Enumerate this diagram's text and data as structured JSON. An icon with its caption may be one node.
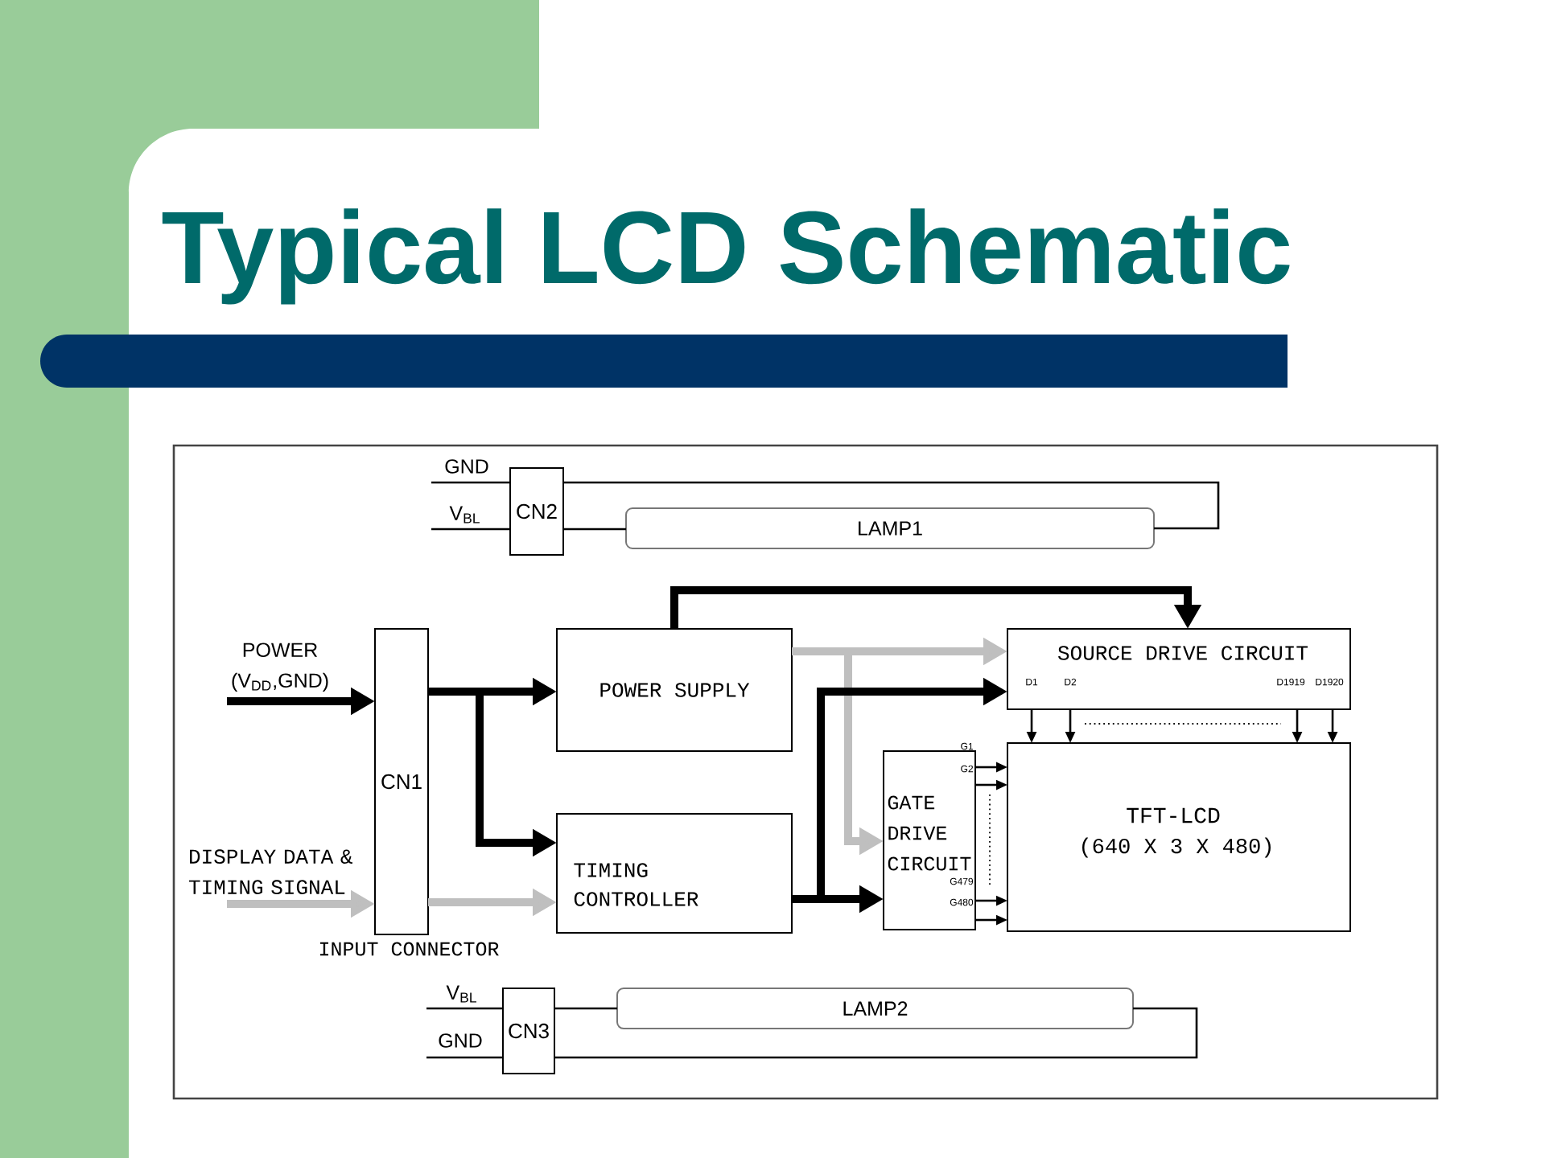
{
  "diagram": {
    "title": "Typical LCD Schematic",
    "nodes": [
      {
        "text": [
          "CN2"
        ]
      },
      {
        "text": [
          "LAMP1"
        ]
      },
      {
        "text": [
          "POWER (V$_{DD}$,GND)"
        ]
      },
      {
        "text": [
          "CN1"
        ],
        "beside": [
          "INPUT CONNECTOR"
        ]
      },
      {
        "text": [
          "POWER SUPPLY"
        ]
      },
      {
        "text": [
          "SOURCE DRIVE CIRCUIT",
          "D1",
          "D2",
          "D1919",
          "D1920"
        ]
      },
      {
        "text": [
          "DISPLAY DATA & TIMING SIGNAL"
        ]
      },
      {
        "text": [
          "TIMING CONTROLLER"
        ]
      },
      {
        "text": [
          "G1",
          "G2",
          "GATE DRIVE CIRCUIT",
          "G479",
          "G480"
        ]
      },
      {
        "text": [
          "TFT-LCD",
          "(640 X 3 X 480)"
        ]
      },
      {
        "text": [
          "CN3"
        ]
      },
      {
        "text": [
          "LAMP2"
        ]
      }
    ],
    "edges": [
      {
        "from": null,
        "to": 0,
        "arrow": "none"
      },
      {
        "from": null,
        "to": 0,
        "arrow": "none"
      },
      {
        "from": 0,
        "to": 1,
        "arrow": "none"
      },
      {
        "from": 0,
        "to": 1,
        "arrow": "none"
      },
      {
        "from": 2,
        "to": 3,
        "arrow": "to",
        "style": "thick"
      },
      {
        "from": 6,
        "to": 3,
        "arrow": "to",
        "style": "thick",
        "color": "#bfbfbf"
      },
      {
        "from": 3,
        "to": 4,
        "arrow": "to",
        "style": "thick"
      },
      {
        "from": 3,
        "to": 7,
        "arrow": "to",
        "style": "thick"
      },
      {
        "from": 3,
        "to": 7,
        "arrow": "to",
        "style": "thick",
        "color": "#bfbfbf"
      },
      {
        "from": 4,
        "to": 5,
        "arrow": "to",
        "style": "thick"
      },
      {
        "from": 4,
        "to": 5,
        "arrow": "to",
        "style": "thick",
        "color": "#bfbfbf"
      },
      {
        "from": 4,
        "to": 8,
        "arrow": "to",
        "style": "thick",
        "color": "#bfbfbf"
      },
      {
        "from": 7,
        "to": 5,
        "arrow": "to",
        "style": "thick"
      },
      {
        "from": 7,
        "to": 8,
        "arrow": "to",
        "style": "thick"
      },
      {
        "from": 5,
        "to": 9,
        "arrow": "to"
      },
      {
        "from": 5,
        "to": 9,
        "arrow": "to"
      },
      {
        "from": 5,
        "to": 9,
        "arrow": "to"
      },
      {
        "from": 5,
        "to": 9,
        "arrow": "to"
      },
      {
        "from": 8,
        "to": 9,
        "arrow": "to"
      },
      {
        "from": 8,
        "to": 9,
        "arrow": "to"
      },
      {
        "from": 8,
        "to": 9,
        "arrow": "to"
      },
      {
        "from": 8,
        "to": 9,
        "arrow": "to"
      },
      {
        "from": null,
        "to": 10,
        "arrow": "none"
      },
      {
        "from": null,
        "to": 10,
        "arrow": "none"
      },
      {
        "from": 10,
        "to": 11,
        "arrow": "none"
      },
      {
        "from": 10,
        "to": 11,
        "arrow": "none"
      }
    ],
    "labels": [
      "GND",
      "V$_{BL}$",
      "V$_{BL}$",
      "GND"
    ]
  }
}
